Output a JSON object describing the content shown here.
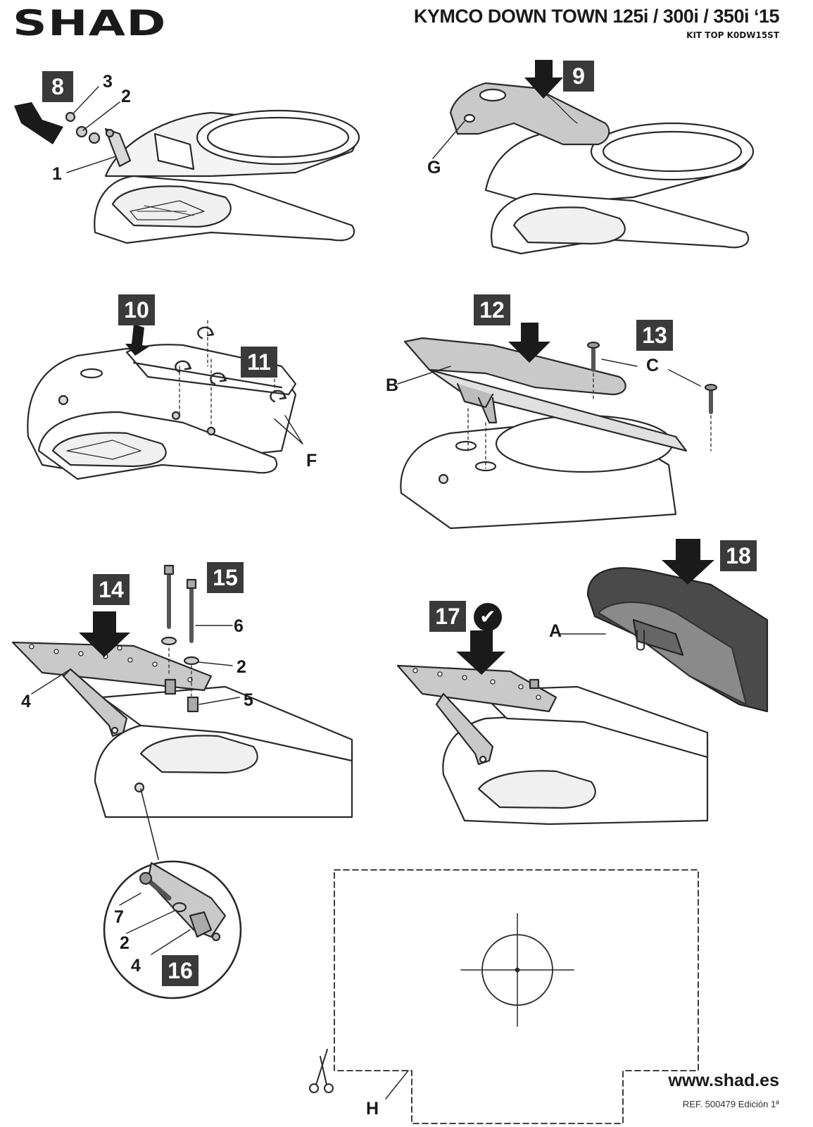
{
  "brand": "SHAD",
  "header": {
    "title": "KYMCO DOWN TOWN 125i / 300i / 350i ‘15",
    "subtitle": "KIT TOP K0DW15ST"
  },
  "steps": {
    "s8": "8",
    "s9": "9",
    "s10": "10",
    "s11": "11",
    "s12": "12",
    "s13": "13",
    "s14": "14",
    "s15": "15",
    "s16": "16",
    "s17": "17",
    "s18": "18"
  },
  "part_labels": {
    "p1": "1",
    "p2a": "2",
    "p3": "3",
    "pG": "G",
    "pF": "F",
    "pB": "B",
    "pC": "C",
    "p6": "6",
    "p2b": "2",
    "p5": "5",
    "p4a": "4",
    "pA": "A",
    "p7": "7",
    "p2c": "2",
    "p4b": "4",
    "pH": "H"
  },
  "check_mark": "✔",
  "footer": {
    "url": "www.shad.es",
    "ref": "REF. 500479 Edición 1ª"
  }
}
